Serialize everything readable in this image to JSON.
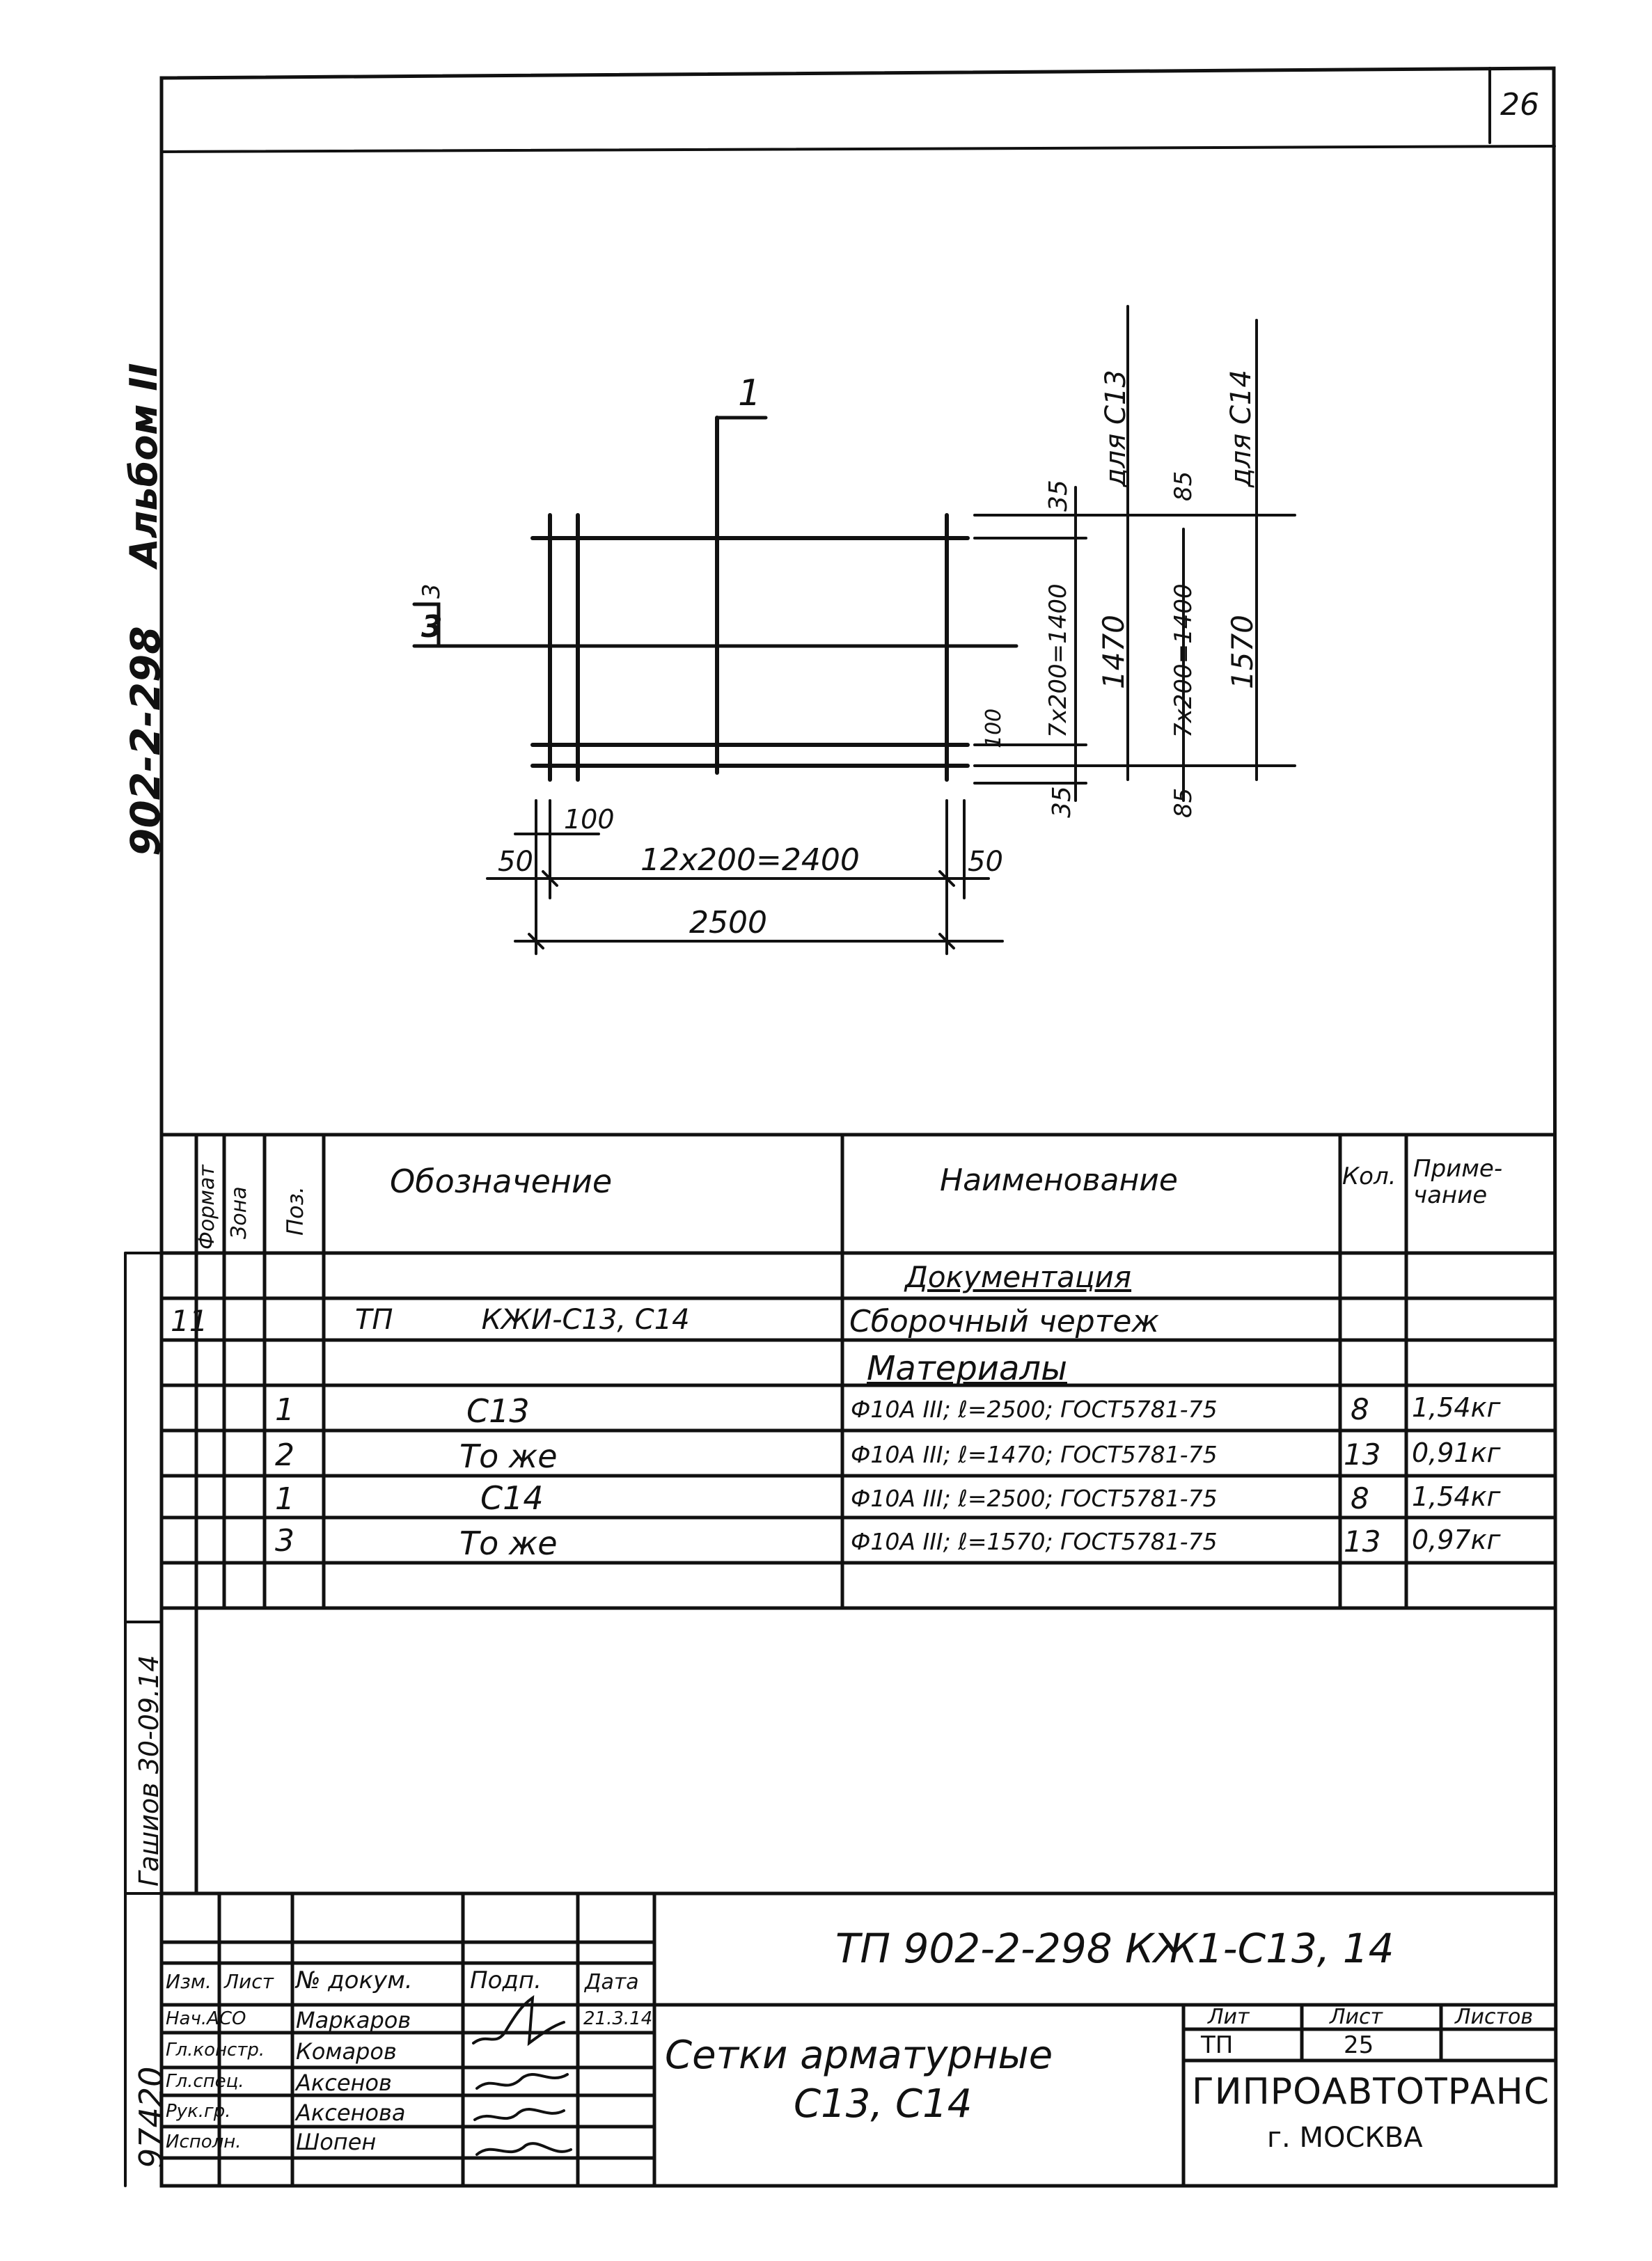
{
  "page": {
    "sheet_number": "26",
    "side_code": "902-2-298",
    "side_album": "Альбом II",
    "archive_number": "97420",
    "archive_stamp": "Гашиов 30-09.14"
  },
  "drawing": {
    "callout_position": "1",
    "section_mark_top": "3",
    "section_mark_side": "3",
    "bottom_labels": {
      "spacing_small": "100",
      "left_end": "50",
      "span": "12x200=2400",
      "right_end": "50",
      "total": "2500"
    },
    "right_labels": {
      "c13_top": "35",
      "c13_span": "7x200=1400",
      "c13_small": "100",
      "c13_bottom": "35",
      "c13_total": "1470",
      "c13_caption": "для С13",
      "c14_top": "85",
      "c14_span": "7x200=1400",
      "c14_bottom": "85",
      "c14_total": "1570",
      "c14_caption": "для С14"
    }
  },
  "spec_table": {
    "headers": {
      "format": "Формат",
      "zone": "Зона",
      "pos": "Поз.",
      "designation": "Обозначение",
      "name": "Наименование",
      "qty": "Кол.",
      "note": "Приме-чание"
    },
    "rows": [
      {
        "format": "",
        "pos": "",
        "designation": "",
        "name": "Документация",
        "qty": "",
        "note": ""
      },
      {
        "format": "11",
        "pos": "",
        "designation": "ТП          КЖИ-С13, С14",
        "name": "Сборочный чертеж",
        "qty": "",
        "note": ""
      },
      {
        "format": "",
        "pos": "",
        "designation": "",
        "name": "Материалы",
        "qty": "",
        "note": ""
      },
      {
        "format": "",
        "pos": "1",
        "designation": "С13",
        "name": "Ф10А III; ℓ=2500; ГОСТ5781-75",
        "qty": "8",
        "note": "1,54кг"
      },
      {
        "format": "",
        "pos": "2",
        "designation": "То же",
        "name": "Ф10А III; ℓ=1470; ГОСТ5781-75",
        "qty": "13",
        "note": "0,91кг"
      },
      {
        "format": "",
        "pos": "1",
        "designation": "С14",
        "name": "Ф10А III; ℓ=2500; ГОСТ5781-75",
        "qty": "8",
        "note": "1,54кг"
      },
      {
        "format": "",
        "pos": "3",
        "designation": "То же",
        "name": "Ф10А III; ℓ=1570; ГОСТ5781-75",
        "qty": "13",
        "note": "0,97кг"
      }
    ]
  },
  "title_block": {
    "doc_code": "ТП 902-2-298 КЖ1-С13, 14",
    "title_line1": "Сетки арматурные",
    "title_line2": "С13, С14",
    "stage_label": "Лит",
    "sheet_label": "Лист",
    "sheets_label": "Листов",
    "stage_value": "ТП",
    "sheet_value": "25",
    "sheets_value": "",
    "org_name": "ГИПРОАВТОТРАНС",
    "org_city": "г. МОСКВА",
    "col_headers": {
      "change": "Изм.",
      "sheet": "Лист",
      "doc_no": "№ докум.",
      "sign": "Подп.",
      "date": "Дата"
    },
    "signatures": [
      {
        "role": "Нач.АСО",
        "name": "Маркаров",
        "sign": "",
        "date": "21.3.14"
      },
      {
        "role": "Гл.констр.",
        "name": "Комаров",
        "sign": "",
        "date": ""
      },
      {
        "role": "Гл.спец.",
        "name": "Аксенов",
        "sign": "",
        "date": ""
      },
      {
        "role": "Рук.гр.",
        "name": "Аксенова",
        "sign": "",
        "date": ""
      },
      {
        "role": "Исполн.",
        "name": "Шопен",
        "sign": "",
        "date": ""
      }
    ]
  }
}
